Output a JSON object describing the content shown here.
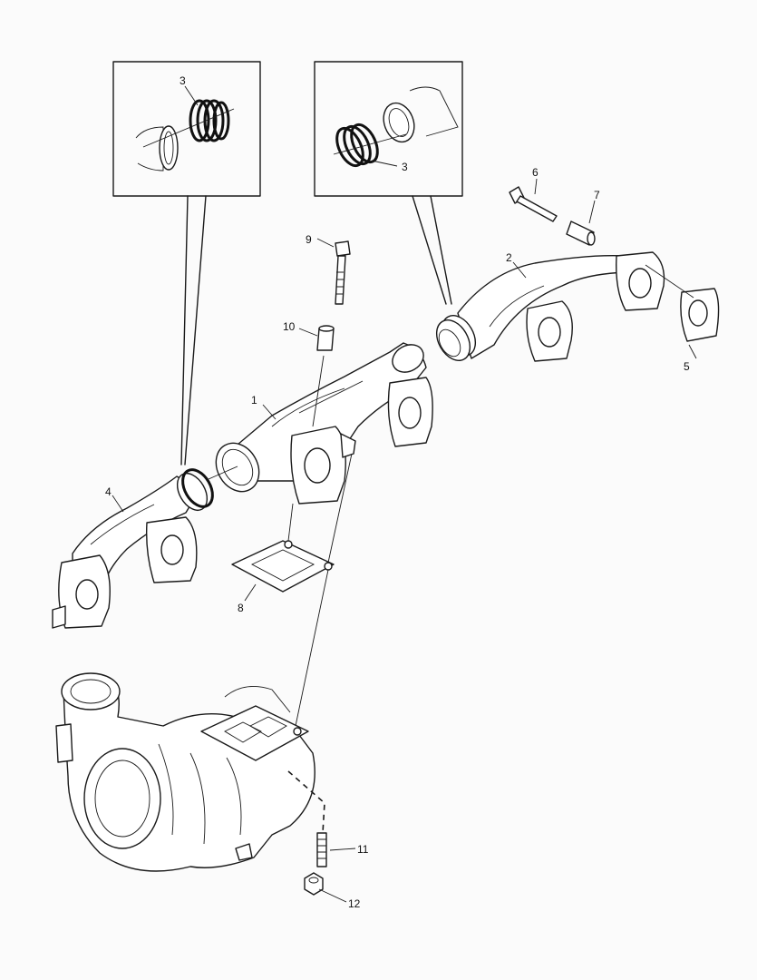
{
  "callouts": [
    {
      "id": "c1",
      "text": "1"
    },
    {
      "id": "c2",
      "text": "2"
    },
    {
      "id": "c3a",
      "text": "3"
    },
    {
      "id": "c3b",
      "text": "3"
    },
    {
      "id": "c4",
      "text": "4"
    },
    {
      "id": "c5",
      "text": "5"
    },
    {
      "id": "c6",
      "text": "6"
    },
    {
      "id": "c7",
      "text": "7"
    },
    {
      "id": "c8",
      "text": "8"
    },
    {
      "id": "c9",
      "text": "9"
    },
    {
      "id": "c10",
      "text": "10"
    },
    {
      "id": "c11",
      "text": "11"
    },
    {
      "id": "c12",
      "text": "12"
    }
  ]
}
